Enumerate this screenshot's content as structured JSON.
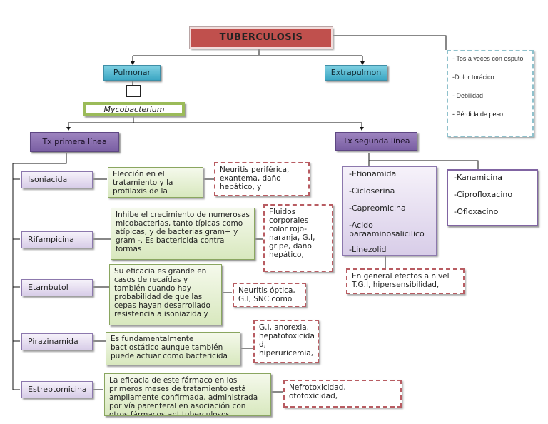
{
  "title": "TUBERCULOSIS",
  "branches": {
    "pulmonar": "Pulmonar",
    "extrapulmon": "Extrapulmon"
  },
  "symptoms": [
    "- Tos  a veces con esputo",
    "-Dolor torácico",
    "- Debilidad",
    "- Pérdida de peso"
  ],
  "organism": "Mycobacterium",
  "first_line": {
    "label": "Tx primera línea",
    "drugs": [
      {
        "name": "Isoniacida",
        "description": "Elección en el tratamiento y la profilaxis de la",
        "effects": "Neuritis periférica, exantema, daño hepático, y"
      },
      {
        "name": "Rifampicina",
        "description": "Inhibe el crecimiento de numerosas micobacterias, tanto típicas como atípicas, y de bacterias gram+ y gram -. Es bactericida contra formas",
        "effects": "Fluidos corporales color rojo-naranja, G.I, gripe, daño hepático,"
      },
      {
        "name": "Etambutol",
        "description": "Su eficacia es grande en casos de recaídas y también cuando hay probabilidad de que las cepas hayan desarrollado resistencia a isoniazida y",
        "effects": "Neuritis óptica, G.I, SNC como"
      },
      {
        "name": "Pirazinamida",
        "description": "Es fundamentalmente bactiostático aunque también puede actuar como bactericida",
        "effects": "G.I, anorexia, hepatotoxicida d, hiperuricemia,"
      },
      {
        "name": "Estreptomicina",
        "description": "La eficacia de este fármaco en los primeros meses de tratamiento está ampliamente confirmada, administrada por vía parenteral en asociación con otros fármacos antituberculosos",
        "effects": "Nefrotoxicidad, ototoxicidad,"
      }
    ]
  },
  "second_line": {
    "label": "Tx segunda línea",
    "group_a": [
      "-Etionamida",
      "-Cicloserina",
      "-Capreomicina",
      "-Acido paraaminosalicilico",
      "-Linezolid"
    ],
    "group_b": [
      "-Kanamicina",
      "-Ciprofloxacino",
      "-Ofloxacino"
    ],
    "effects": "En general efectos a nivel T.G.I, hipersensibilidad,"
  }
}
